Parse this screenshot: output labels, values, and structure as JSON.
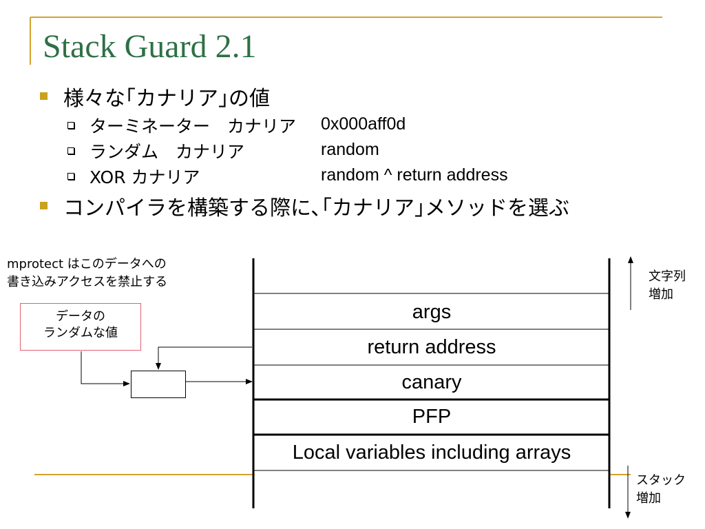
{
  "slide": {
    "title": "Stack Guard 2.1",
    "bullets": [
      {
        "text": "様々な｢カナリア｣の値",
        "items": [
          {
            "label": "ターミネーター　カナリア",
            "value": "0x000aff0d"
          },
          {
            "label": "ランダム　カナリア",
            "value": "random"
          },
          {
            "label": "XOR カナリア",
            "value": "random ^ return address"
          }
        ]
      },
      {
        "text": "コンパイラを構築する際に､｢カナリア｣メソッドを選ぶ"
      }
    ]
  },
  "diagram": {
    "mprotect_note": [
      "mprotect はこのデータへの",
      "書き込みアクセスを禁止する"
    ],
    "random_data_box": [
      "データの",
      "ランダムな値"
    ],
    "stack_slots": [
      "args",
      "return address",
      "canary",
      "PFP",
      "Local variables including arrays"
    ],
    "string_growth": [
      "文字列",
      "増加"
    ],
    "stack_growth": [
      "スタック",
      "増加"
    ]
  },
  "colors": {
    "title": "#2e7045",
    "accent_rule": "#d4a32a",
    "bullet": "#c9a21e",
    "random_box_border": "#e06070"
  }
}
